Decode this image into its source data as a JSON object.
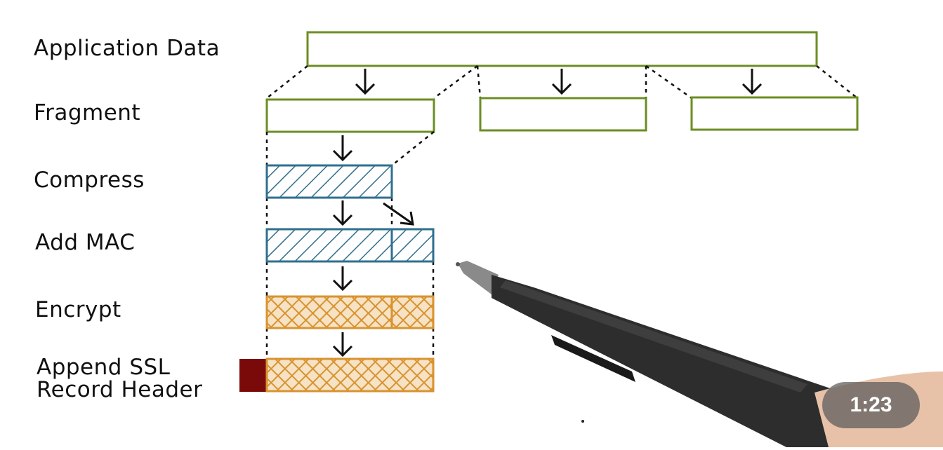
{
  "steps": {
    "application_data": "Application Data",
    "fragment": "Fragment",
    "compress": "Compress",
    "add_mac": "Add MAC",
    "encrypt": "Encrypt",
    "append_header_line1": "Append SSL",
    "append_header_line2": "Record Header"
  },
  "colors": {
    "fragment_outline": "#6b8e23",
    "compressed": "#2f6f8f",
    "encrypted": "#d9932f",
    "header": "#7a0a0a"
  },
  "video": {
    "timestamp": "1:23"
  }
}
